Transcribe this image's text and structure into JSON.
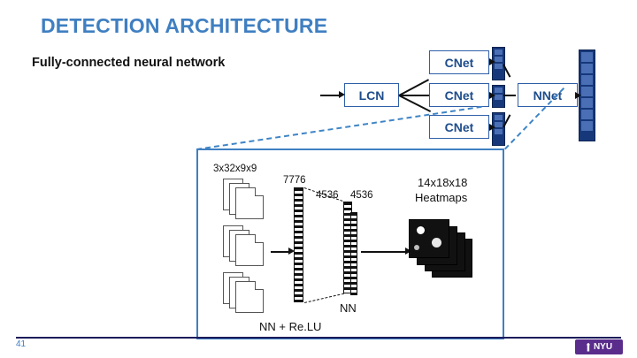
{
  "slide": {
    "title": "DETECTION ARCHITECTURE",
    "subtitle": "Fully-connected neural network",
    "page_number": "41",
    "logo_text": "NYU",
    "colors": {
      "title_blue": "#3f7fc1",
      "box_border_blue": "#2f5fa8",
      "panel_border_blue": "#3f7fc1",
      "dashed_blue": "#3f85c6",
      "stack_dark_blue": "#16387a",
      "footer_navy": "#1c1c5c",
      "logo_purple": "#5a2d8c"
    }
  },
  "architecture": {
    "boxes": [
      {
        "id": "lcn",
        "label": "LCN"
      },
      {
        "id": "cnet1",
        "label": "CNet"
      },
      {
        "id": "cnet2",
        "label": "CNet"
      },
      {
        "id": "cnet3",
        "label": "CNet"
      },
      {
        "id": "nnet",
        "label": "NNet"
      }
    ]
  },
  "detail_panel": {
    "labels": {
      "input_dims": "3x32x9x9",
      "fc_in": "7776",
      "fc_mid_left": "4536",
      "fc_mid_right": "4536",
      "output_dims": "14x18x18",
      "output_name": "Heatmaps",
      "bottom_right": "NN",
      "bottom_center": "NN + Re.LU"
    }
  }
}
